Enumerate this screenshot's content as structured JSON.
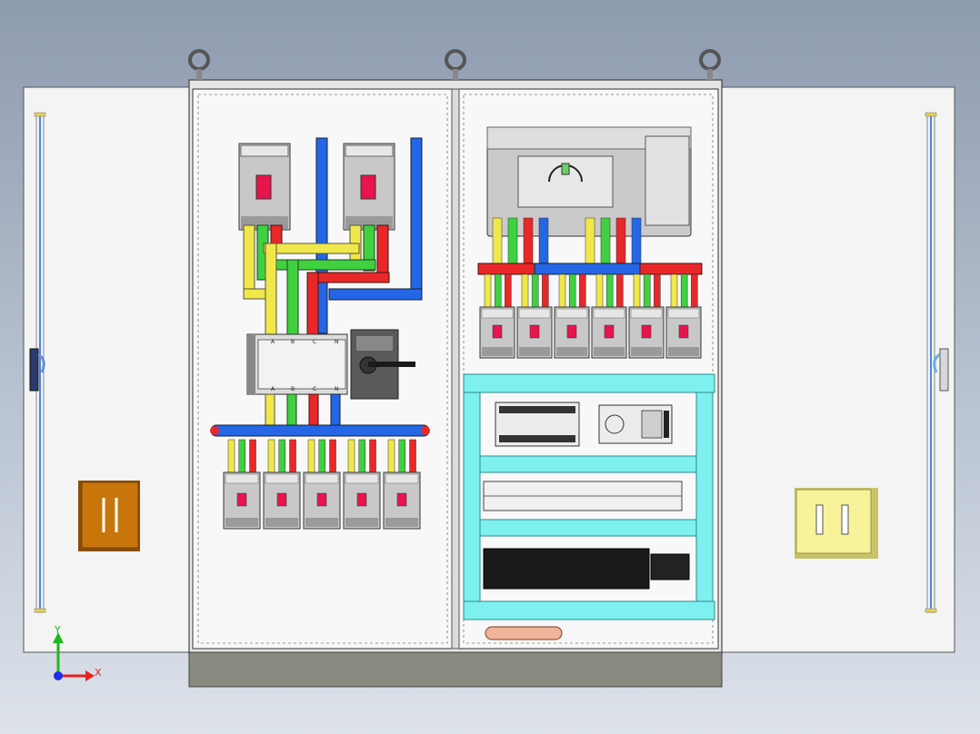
{
  "colors": {
    "background_top": "#8e9aae",
    "background_bottom": "#dde2ea",
    "cabinet": "#f4f4f4",
    "phase_a": "#f0e84a",
    "phase_b": "#3fd13f",
    "phase_c": "#e82828",
    "neutral": "#2566e6",
    "din_rail": "#7ff0f0",
    "breaker_handle": "#e8144c",
    "left_plate": "#c8760c",
    "right_plate": "#f8f29a"
  },
  "labels": {
    "phase_a": "A",
    "phase_b": "B",
    "phase_c": "C",
    "neutral": "N"
  },
  "axis": {
    "x_label": "X",
    "y_label": "Y"
  },
  "icons": {
    "lifting_eye": "lifting-eye-icon",
    "door_handle": "door-handle-icon",
    "axis_triad": "axis-triad-icon"
  }
}
